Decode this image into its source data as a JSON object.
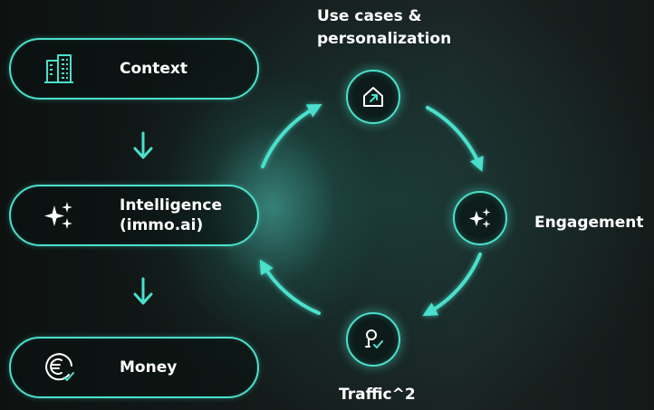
{
  "flow": {
    "steps": [
      {
        "label": "Context",
        "icon": "building-icon"
      },
      {
        "label": "Intelligence\n(immo.ai)",
        "icon": "sparkles-icon"
      },
      {
        "label": "Money",
        "icon": "euro-check-icon"
      }
    ]
  },
  "cycle": {
    "top": {
      "label": "Use cases &\npersonalization",
      "icon": "home-arrow-icon"
    },
    "right": {
      "label": "Engagement",
      "icon": "sparkles-icon"
    },
    "bottom": {
      "label": "Traffic^2",
      "icon": "user-check-icon"
    }
  },
  "colors": {
    "accent": "#4be0cc",
    "background": "#0f1413",
    "text": "#ffffff"
  }
}
